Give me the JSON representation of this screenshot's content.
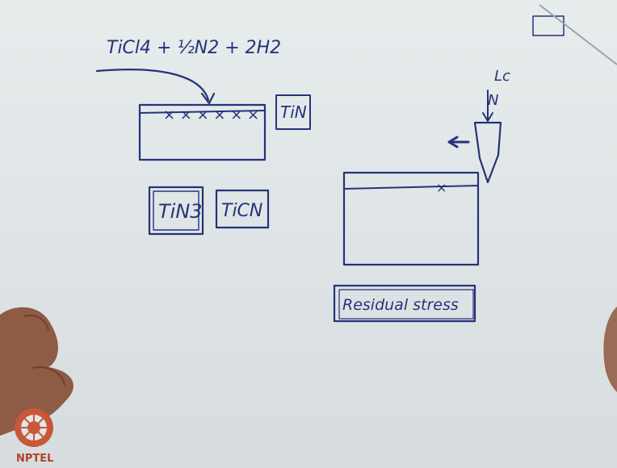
{
  "board": {
    "equation": "TiCl4 + ½N2 + 2H2",
    "box_tin": "TiN",
    "box_tin3": "TiN3",
    "box_ticn": "TiCN",
    "indenter_label_lc": "Lc",
    "indenter_label_n": "N",
    "residual_box": "Residual stress"
  },
  "watermark": {
    "brand": "NPTEL"
  },
  "colors": {
    "ink": "#25337a",
    "board": "#e3e8e9",
    "logo": "#b34326"
  }
}
